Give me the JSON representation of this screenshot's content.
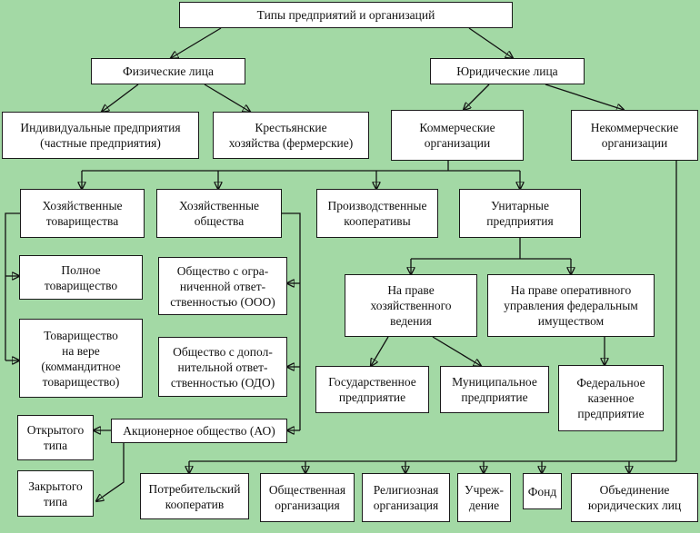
{
  "diagram": {
    "root": "Типы предприятий и организаций",
    "physical": "Физические лица",
    "legal": "Юридические лица",
    "individual": "Индивидуальные предприятия\n(частные предприятия)",
    "peasant": "Крестьянские\nхозяйства (фермерские)",
    "commercial": "Коммерческие\nорганизации",
    "noncommercial": "Некоммерческие\nорганизации",
    "partnerships": "Хозяйственные\nтоварищества",
    "societies": "Хозяйственные\nобщества",
    "coops": "Производственные\nкооперативы",
    "unitary": "Унитарные\nпредприятия",
    "full_partnership": "Полное\nтоварищество",
    "limited_partnership": "Товарищество\nна вере\n(коммандитное\nтоварищество)",
    "ooo": "Общество с огра-\nниченной ответ-\nственностью (ООО)",
    "odo": "Общество с допол-\nнительной ответ-\nственностью (ОДО)",
    "ao": "Акционерное общество (АО)",
    "open_type": "Открытого\nтипа",
    "closed_type": "Закрытого\nтипа",
    "economic_mgmt": "На праве\nхозяйственного\nведения",
    "operational_mgmt": "На праве оперативного\nуправления федеральным\nимуществом",
    "state_enterprise": "Государственное\nпредприятие",
    "municipal_enterprise": "Муниципальное\nпредприятие",
    "federal_treasury": "Федеральное\nказенное\nпредприятие",
    "consumer_coop": "Потребительский\nкооператив",
    "public_org": "Общественная\nорганизация",
    "religious_org": "Религиозная\nорганизация",
    "institution": "Учреж-\nдение",
    "fund": "Фонд",
    "association": "Объединение\nюридических лиц"
  }
}
